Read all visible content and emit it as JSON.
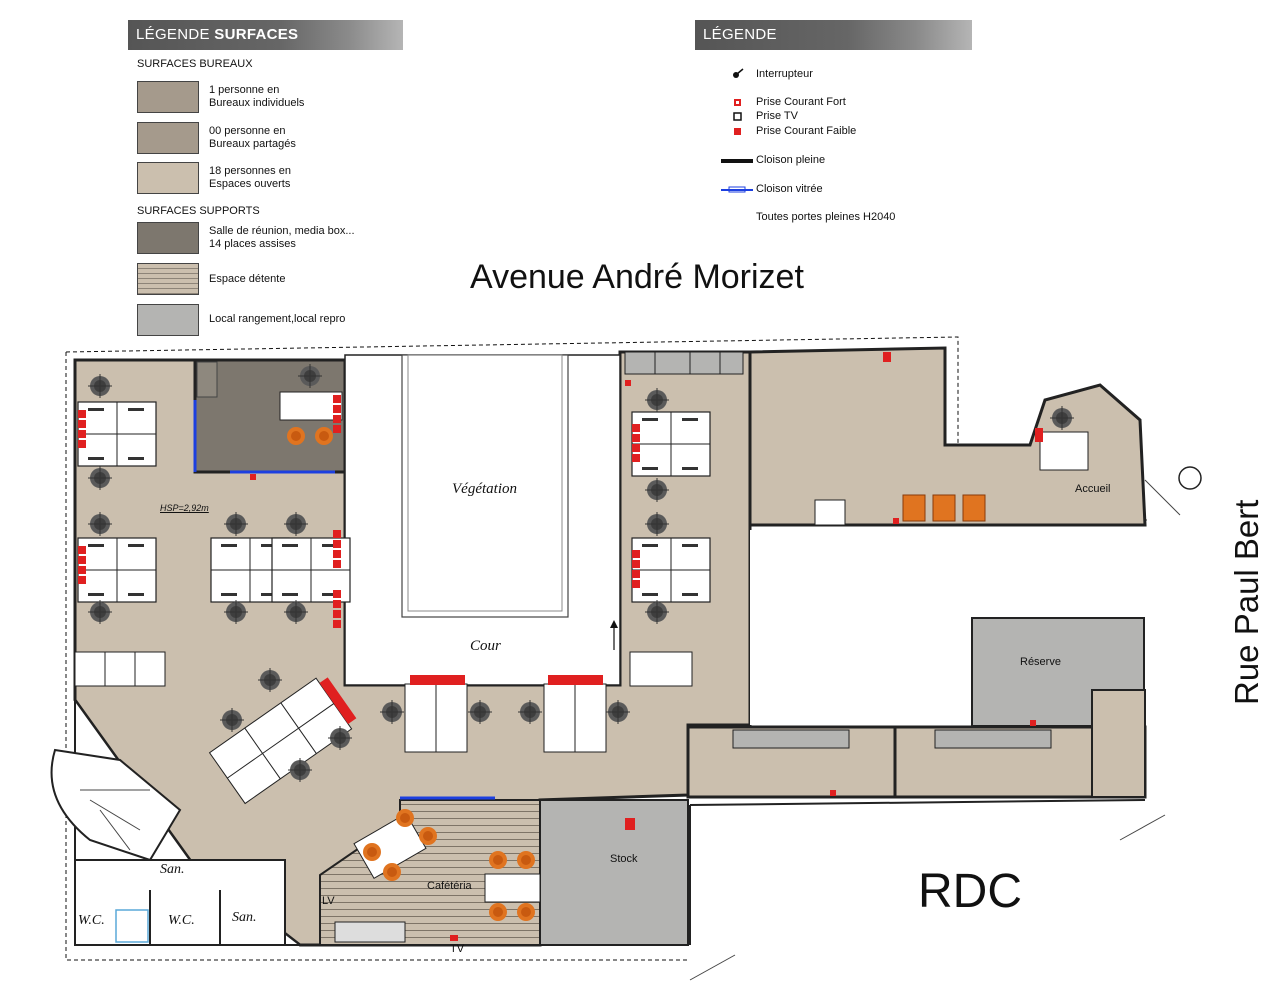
{
  "legend_surfaces": {
    "title_prefix": "LÉGENDE",
    "title_bold": "SURFACES",
    "section_bureaux": "SURFACES BUREAUX",
    "section_supports": "SURFACES SUPPORTS",
    "items": [
      {
        "line1": "1 personne en",
        "line2": "Bureaux individuels",
        "color": "#a59a8c"
      },
      {
        "line1": "00 personne en",
        "line2": "Bureaux partagés",
        "color": "#a59a8c"
      },
      {
        "line1": "18 personnes en",
        "line2": "Espaces ouverts",
        "color": "#cbbfae"
      },
      {
        "line1": "Salle de réunion, media box...",
        "line2": "14 places assises",
        "color": "#7d776e"
      },
      {
        "line1": "Espace détente",
        "line2": "",
        "color": "#cbbfae"
      },
      {
        "line1": "Local rangement,local repro",
        "line2": "",
        "color": "#b4b4b2"
      }
    ]
  },
  "legend_symbols": {
    "title": "LÉGENDE",
    "items": [
      {
        "icon": "switch-icon",
        "label": "Interrupteur"
      },
      {
        "icon": "power-outlet-strong-icon",
        "label": "Prise Courant Fort"
      },
      {
        "icon": "tv-outlet-icon",
        "label": "Prise TV"
      },
      {
        "icon": "power-outlet-weak-icon",
        "label": "Prise Courant Faible"
      },
      {
        "icon": "solid-wall-icon",
        "label": "Cloison pleine"
      },
      {
        "icon": "glass-wall-icon",
        "label": "Cloison vitrée"
      },
      {
        "icon": "",
        "label": "Toutes portes pleines H2040"
      }
    ]
  },
  "streets": {
    "north": "Avenue André Morizet",
    "east": "Rue Paul Bert"
  },
  "level": "RDC",
  "rooms": {
    "vegetation": "Végétation",
    "cour": "Cour",
    "hsp": "HSP=2,92m",
    "accueil": "Accueil",
    "reserve": "Réserve",
    "stock": "Stock",
    "cafeteria": "Cafétéria",
    "lv": "LV",
    "tv": "TV",
    "san1": "San.",
    "san2": "San.",
    "wc1": "W.C.",
    "wc2": "W.C."
  },
  "colors": {
    "open_space": "#cbbfae",
    "meeting": "#7d776e",
    "storage": "#b4b4b2",
    "chair_orange": "#e07420",
    "outlet_red": "#e02020",
    "glass_wall": "#1c3fe0"
  }
}
